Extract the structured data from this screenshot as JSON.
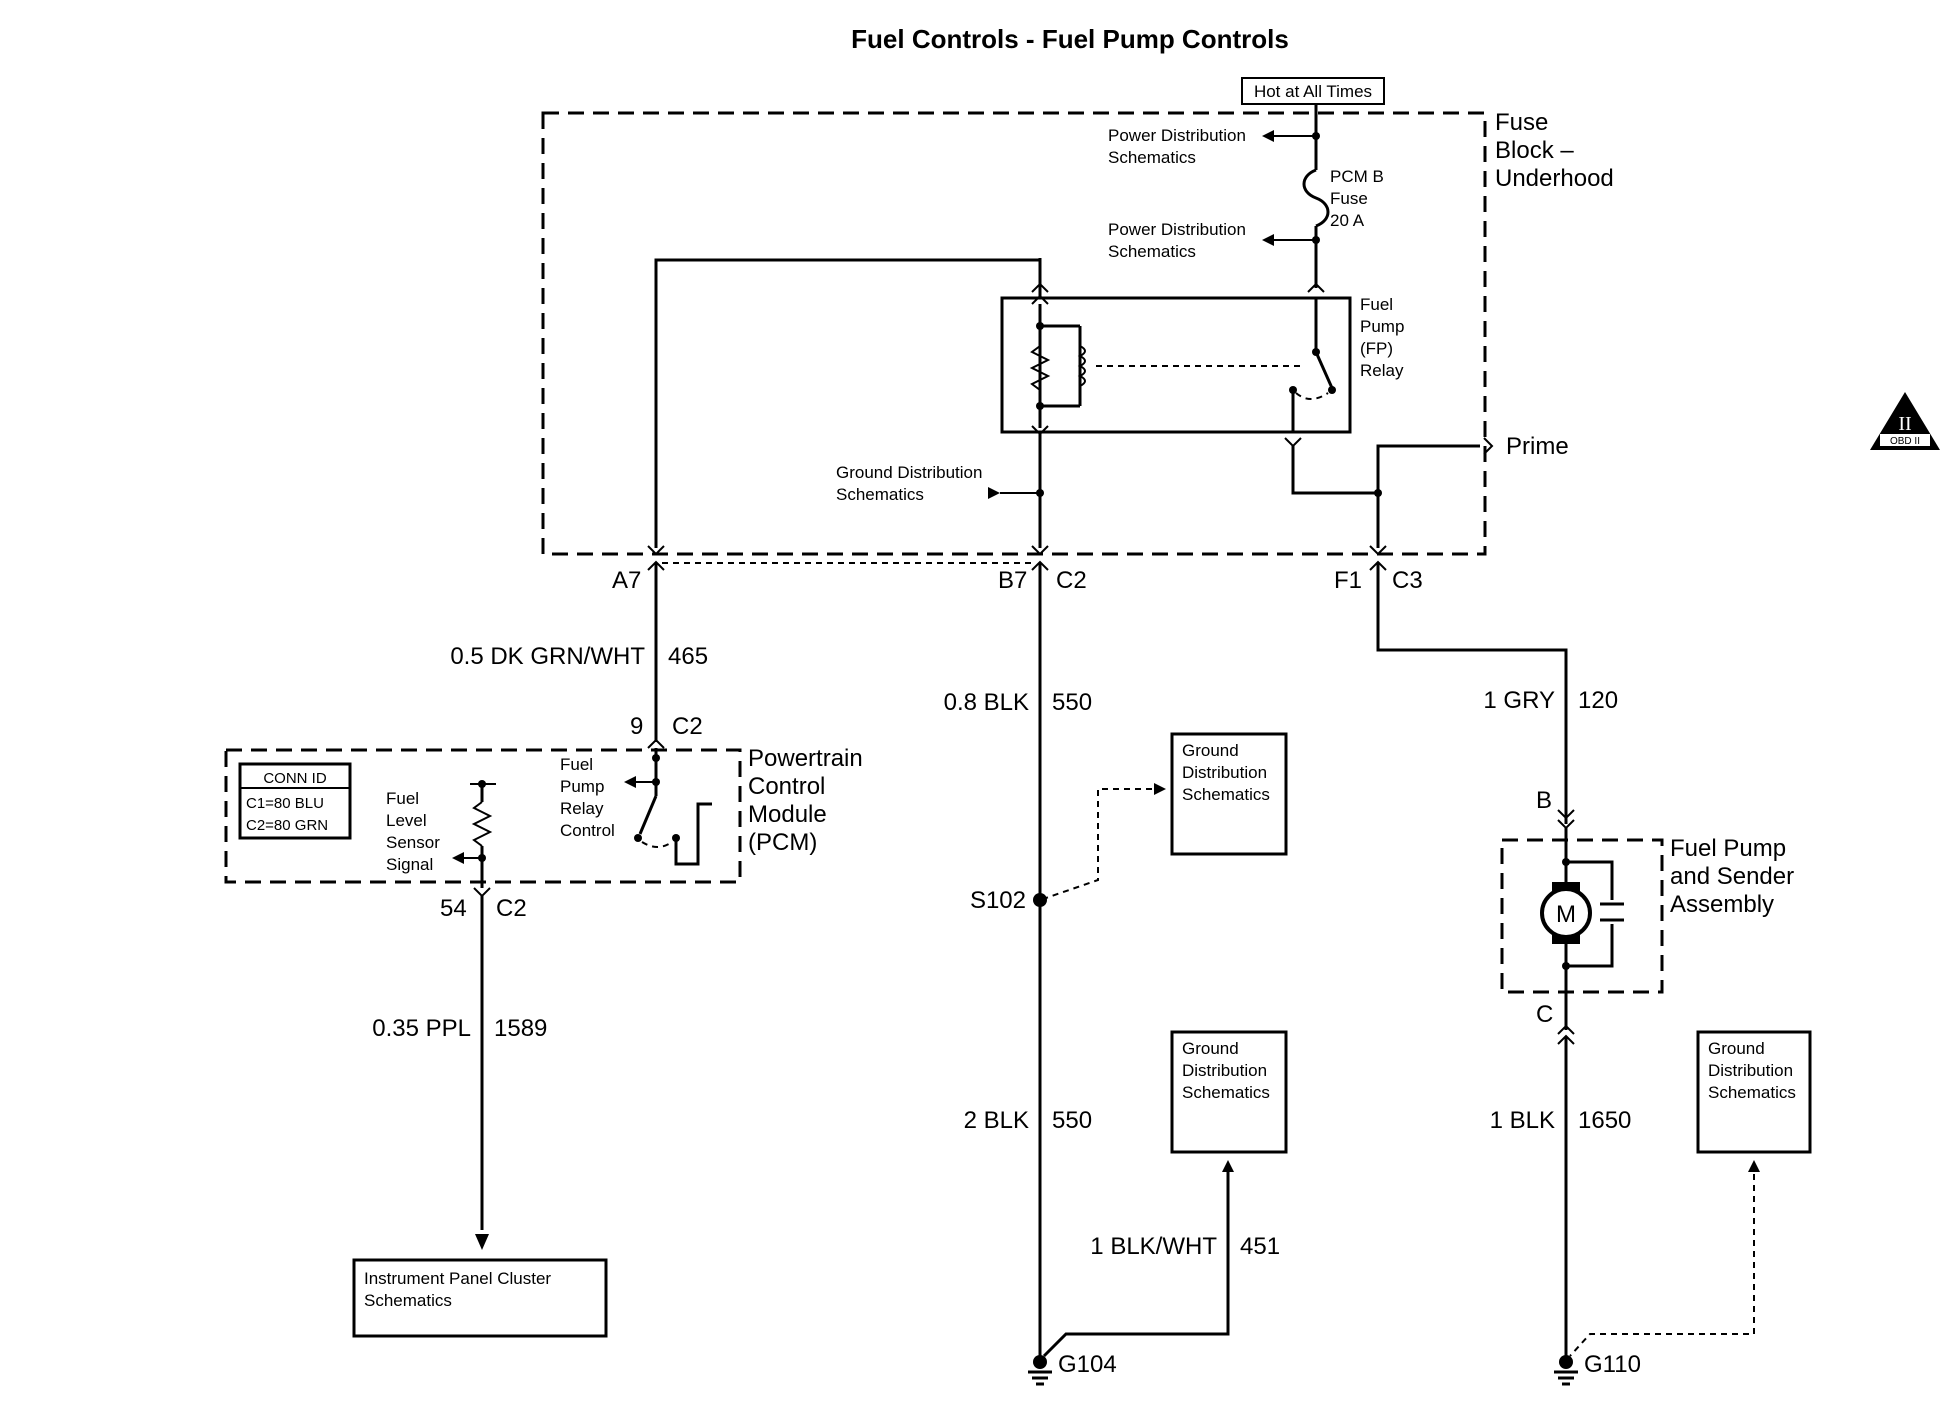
{
  "title": "Fuel Controls - Fuel Pump Controls",
  "hot_at_all_times": "Hot at All Times",
  "fuse_block": {
    "line1": "Fuse",
    "line2": "Block –",
    "line3": "Underhood"
  },
  "power_distribution_1": {
    "line1": "Power Distribution",
    "line2": "Schematics"
  },
  "power_distribution_2": {
    "line1": "Power Distribution",
    "line2": "Schematics"
  },
  "fuse": {
    "line1": "PCM B",
    "line2": "Fuse",
    "line3": "20 A"
  },
  "relay": {
    "line1": "Fuel",
    "line2": "Pump",
    "line3": "(FP)",
    "line4": "Relay"
  },
  "ground_distribution_fuse": {
    "line1": "Ground Distribution",
    "line2": "Schematics"
  },
  "prime": "Prime",
  "connectors": {
    "a7": "A7",
    "b7": "B7",
    "c2_top": "C2",
    "f1": "F1",
    "c3": "C3",
    "pin9": "9",
    "c2_pcm": "C2",
    "pin54": "54",
    "c2_bottom": "C2",
    "pump_b": "B",
    "pump_c": "C"
  },
  "wires": {
    "w465": {
      "gauge_color": "0.5 DK GRN/WHT",
      "circuit": "465"
    },
    "w550a": {
      "gauge_color": "0.8 BLK",
      "circuit": "550"
    },
    "w120": {
      "gauge_color": "1 GRY",
      "circuit": "120"
    },
    "w1589": {
      "gauge_color": "0.35 PPL",
      "circuit": "1589"
    },
    "w550b": {
      "gauge_color": "2 BLK",
      "circuit": "550"
    },
    "w451": {
      "gauge_color": "1 BLK/WHT",
      "circuit": "451"
    },
    "w1650": {
      "gauge_color": "1 BLK",
      "circuit": "1650"
    }
  },
  "conn_id": {
    "header": "CONN ID",
    "c1": "C1=80 BLU",
    "c2": "C2=80 GRN"
  },
  "fuel_level_sensor": {
    "line1": "Fuel",
    "line2": "Level",
    "line3": "Sensor",
    "line4": "Signal"
  },
  "fp_relay_control": {
    "line1": "Fuel",
    "line2": "Pump",
    "line3": "Relay",
    "line4": "Control"
  },
  "pcm": {
    "line1": "Powertrain",
    "line2": "Control",
    "line3": "Module",
    "line4": "(PCM)"
  },
  "ground_box_1": {
    "line1": "Ground",
    "line2": "Distribution",
    "line3": "Schematics"
  },
  "ground_box_2": {
    "line1": "Ground",
    "line2": "Distribution",
    "line3": "Schematics"
  },
  "ground_box_3": {
    "line1": "Ground",
    "line2": "Distribution",
    "line3": "Schematics"
  },
  "splice": "S102",
  "fuel_pump_assembly": {
    "line1": "Fuel Pump",
    "line2": "and Sender",
    "line3": "Assembly"
  },
  "motor_symbol": "M",
  "ipc": {
    "line1": "Instrument Panel Cluster",
    "line2": "Schematics"
  },
  "ground_g104": "G104",
  "ground_g110": "G110",
  "obd": {
    "numeral": "II",
    "label": "OBD II"
  }
}
